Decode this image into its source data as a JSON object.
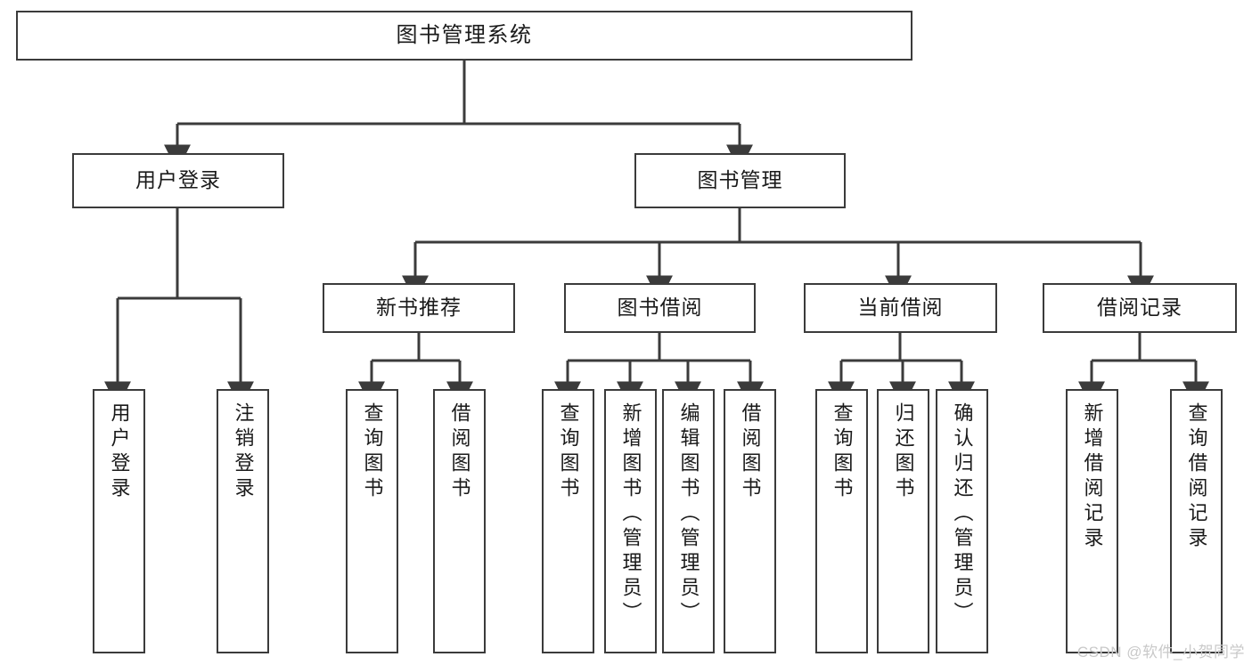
{
  "diagram": {
    "title": "图书管理系统",
    "watermark": "CSDN @软件_小贺同学",
    "border_color": "#3b3b3b",
    "fill_color": "#ffffff",
    "text_color": "#1a1a1a",
    "watermark_color": "#c9c9c9"
  },
  "levels": {
    "root": {
      "label": "图书管理系统"
    },
    "level2": [
      {
        "label": "用户登录"
      },
      {
        "label": "图书管理"
      }
    ],
    "level3": [
      {
        "label": "新书推荐"
      },
      {
        "label": "图书借阅"
      },
      {
        "label": "当前借阅"
      },
      {
        "label": "借阅记录"
      }
    ],
    "leaves": [
      {
        "label": "用户登录",
        "parent": "用户登录"
      },
      {
        "label": "注销登录",
        "parent": "用户登录"
      },
      {
        "label": "查询图书",
        "parent": "新书推荐"
      },
      {
        "label": "借阅图书",
        "parent": "新书推荐"
      },
      {
        "label": "查询图书",
        "parent": "图书借阅"
      },
      {
        "label": "新增图书（管理员）",
        "parent": "图书借阅"
      },
      {
        "label": "编辑图书（管理员）",
        "parent": "图书借阅"
      },
      {
        "label": "借阅图书",
        "parent": "图书借阅"
      },
      {
        "label": "查询图书",
        "parent": "当前借阅"
      },
      {
        "label": "归还图书",
        "parent": "当前借阅"
      },
      {
        "label": "确认归还（管理员）",
        "parent": "当前借阅"
      },
      {
        "label": "新增借阅记录",
        "parent": "借阅记录"
      },
      {
        "label": "查询借阅记录",
        "parent": "借阅记录"
      }
    ]
  }
}
